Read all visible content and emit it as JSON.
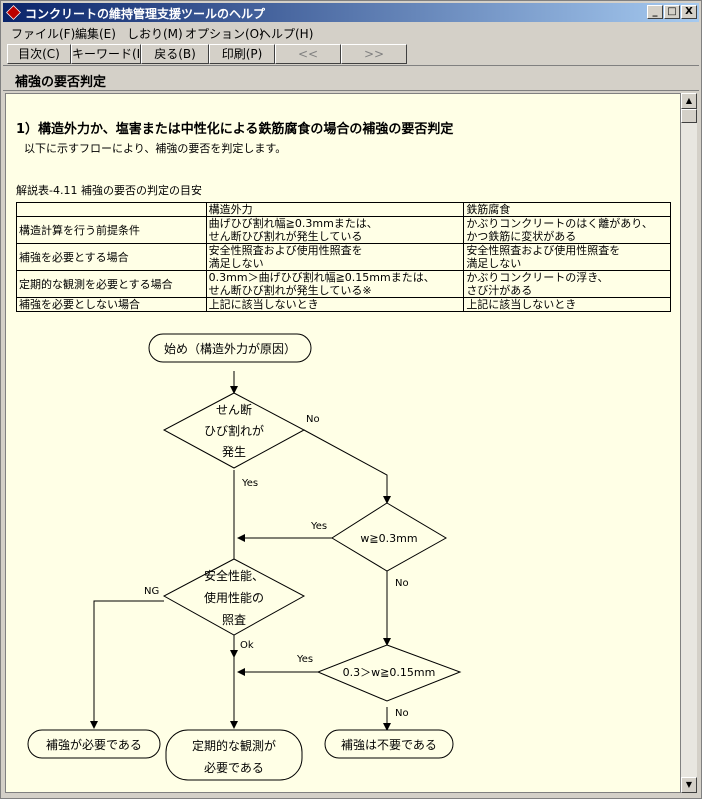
{
  "window": {
    "title": "コンクリートの維持管理支援ツールのヘルプ",
    "minimize": "_",
    "maximize": "□",
    "close": "X"
  },
  "menu": [
    "ファイル(F)",
    "編集(E)",
    "しおり(M)",
    "オプション(O)",
    "ヘルプ(H)"
  ],
  "toolbar": {
    "contents": "目次(C)",
    "keyword": "キーワード(I)",
    "back": "戻る(B)",
    "print": "印刷(P)",
    "prev": "<<",
    "next": ">>"
  },
  "page": {
    "title": "補強の要否判定",
    "section_title": "1）構造外力か、塩害または中性化による鉄筋腐食の場合の補強の要否判定",
    "intro": "以下に示すフローにより、補強の要否を判定します。",
    "table_caption": "解説表-4.11 補強の要否の判定の目安"
  },
  "table": {
    "headers": [
      "",
      "構造外力",
      "鉄筋腐食"
    ],
    "rows": [
      {
        "label": "構造計算を行う前提条件",
        "col1": [
          "曲げひび割れ幅≧0.3mmまたは、",
          "せん断ひび割れが発生している"
        ],
        "col2": [
          "かぶりコンクリートのはく離があり、",
          "かつ鉄筋に変状がある"
        ]
      },
      {
        "label": "補強を必要とする場合",
        "col1": [
          "安全性照査および使用性照査を",
          "満足しない"
        ],
        "col2": [
          "安全性照査および使用性照査を",
          "満足しない"
        ]
      },
      {
        "label": "定期的な観測を必要とする場合",
        "col1": [
          "0.3mm＞曲げひび割れ幅≧0.15mmまたは、",
          "せん断ひび割れが発生している※"
        ],
        "col2": [
          "かぶりコンクリートの浮き、",
          "さび汁がある"
        ]
      },
      {
        "label": "補強を必要としない場合",
        "col1": [
          "上記に該当しないとき"
        ],
        "col2": [
          "上記に該当しないとき"
        ]
      }
    ]
  },
  "flow": {
    "start": "始め（構造外力が原因）",
    "decision_shear": [
      "せん断",
      "ひび割れが",
      "発生"
    ],
    "decision_w03": "w≧0.3mm",
    "decision_safety": [
      "安全性能、",
      "使用性能の",
      "照査"
    ],
    "decision_w015": "0.3＞w≧0.15mm",
    "end_required": "補強が必要である",
    "end_observe": [
      "定期的な観測が",
      "必要である"
    ],
    "end_not_required": "補強は不要である",
    "label_yes": "Yes",
    "label_no": "No",
    "label_ng": "NG",
    "label_ok": "Ok"
  }
}
